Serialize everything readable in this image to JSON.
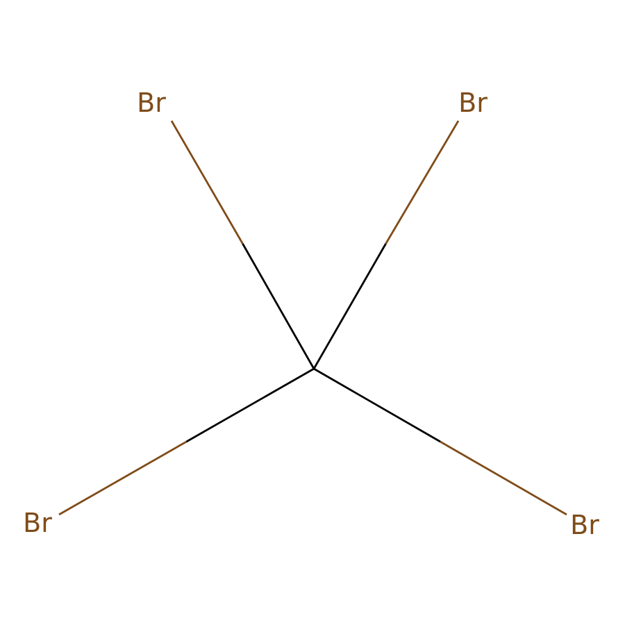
{
  "molecule": {
    "central_atom": {
      "symbol": "C",
      "shown": false
    },
    "atoms": [
      {
        "id": "br-top-left",
        "label": "Br"
      },
      {
        "id": "br-top-right",
        "label": "Br"
      },
      {
        "id": "br-bottom-left",
        "label": "Br"
      },
      {
        "id": "br-bottom-right",
        "label": "Br"
      }
    ],
    "bonds": [
      {
        "from": "C",
        "to": "br-top-left",
        "order": 1
      },
      {
        "from": "C",
        "to": "br-top-right",
        "order": 1
      },
      {
        "from": "C",
        "to": "br-bottom-left",
        "order": 1
      },
      {
        "from": "C",
        "to": "br-bottom-right",
        "order": 1
      }
    ]
  },
  "colors": {
    "background": "#ffffff",
    "carbon_bond": "#000000",
    "bromine": "#7f4c19"
  }
}
